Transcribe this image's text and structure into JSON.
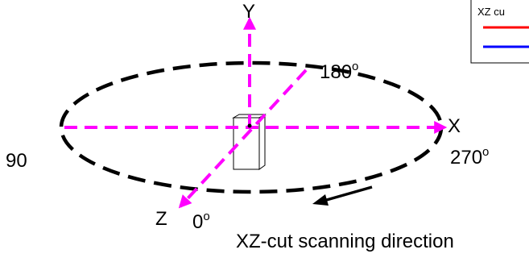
{
  "diagram": {
    "axes": {
      "y_label": "Y",
      "x_label": "X",
      "z_label": "Z"
    },
    "angles": {
      "a0": {
        "value": "0",
        "unit": "o"
      },
      "a90": {
        "value": "90",
        "unit": ""
      },
      "a180": {
        "value": "180",
        "unit": "o"
      },
      "a270": {
        "value": "270",
        "unit": "o"
      }
    },
    "caption": "XZ-cut scanning direction",
    "legend": {
      "title": "XZ cu",
      "entries": [
        {
          "color": "#ff0000"
        },
        {
          "color": "#0000ff"
        }
      ]
    },
    "colors": {
      "axis": "#ff00ff",
      "scan_path": "#000000",
      "arrow": "#000000",
      "device_fill": "#ffffff",
      "device_stroke": "#000000"
    }
  }
}
